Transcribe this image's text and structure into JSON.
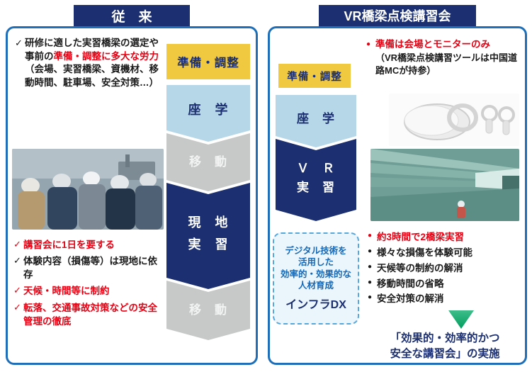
{
  "icons": {
    "check": "✓",
    "bullet": "●"
  },
  "colors": {
    "navy": "#1b2f71",
    "red": "#e60012",
    "yellow": "#f0c940",
    "light_blue": "#b5d7e8",
    "gray": "#c7c8c8",
    "green": "#00a968",
    "panel_border": "#1e6fb8",
    "dx_blue": "#1668b5"
  },
  "left_panel": {
    "title": "従　来",
    "top_note": {
      "black": "研修に適した実習橋梁の選定や事前の",
      "red": "準備・調整に多大な労力",
      "paren": "（会場、実習橋梁、資機材、移動時間、駐車場、安全対策…）"
    },
    "flow": [
      {
        "label": "準備・調整"
      },
      {
        "label": "座　学"
      },
      {
        "label": "移　動"
      },
      {
        "label": "現　地\n実　習"
      },
      {
        "label": "移　動"
      }
    ],
    "issues": [
      {
        "text": "講習会に1日を要する",
        "emphasis": "red"
      },
      {
        "text": "体験内容（損傷等）は現地に依存",
        "emphasis": "black"
      },
      {
        "text": "天候・時間等に制約",
        "emphasis": "red"
      },
      {
        "text": "転落、交通事故対策などの安全管理の徹底",
        "emphasis": "red"
      }
    ]
  },
  "right_panel": {
    "title": "VR橋梁点検講習会",
    "top_note": {
      "red": "準備は会場とモニターのみ",
      "paren": "（VR橋梁点検講習ツールは中国道路MCが持参）"
    },
    "flow": [
      {
        "label": "準備・調整"
      },
      {
        "label": "座　学"
      },
      {
        "label": "Ｖ　Ｒ\n実　習"
      }
    ],
    "dx_box": {
      "description": "デジタル技術を\n活用した\n効率的・効果的な\n人材育成",
      "label": "インフラDX"
    },
    "benefits": [
      {
        "text": "約3時間で2橋梁実習",
        "emphasis": "red"
      },
      {
        "text": "様々な損傷を体験可能",
        "emphasis": "black"
      },
      {
        "text": "天候等の制約の解消",
        "emphasis": "black"
      },
      {
        "text": "移動時間の省略",
        "emphasis": "black"
      },
      {
        "text": "安全対策の解消",
        "emphasis": "black"
      }
    ],
    "conclusion": "「効果的・効率的かつ\n安全な講習会」の実施"
  }
}
